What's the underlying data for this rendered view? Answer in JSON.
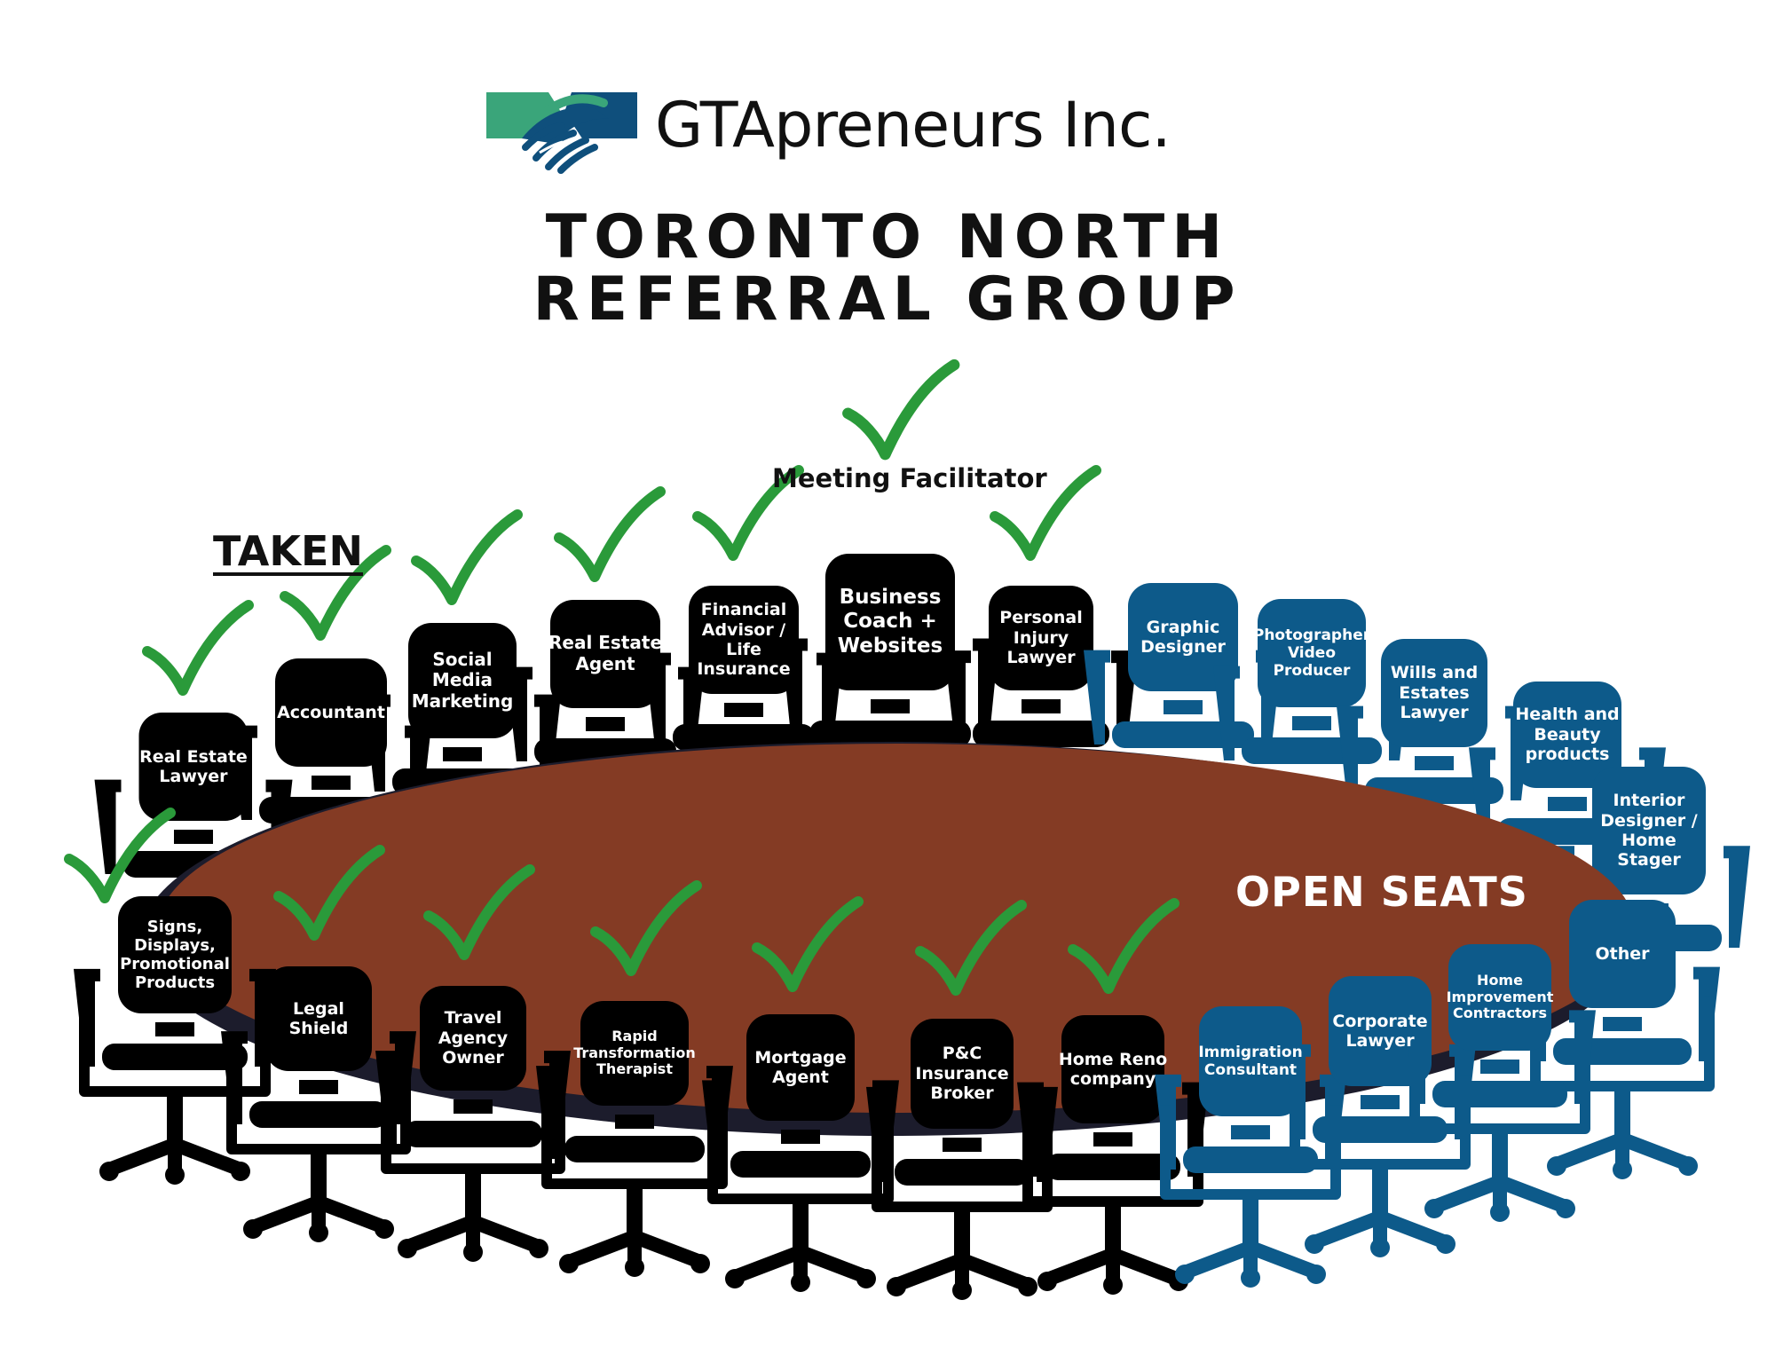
{
  "brand": {
    "name": "GTApreneurs Inc.",
    "logo_icon": "handshake-icon"
  },
  "title": {
    "line1": "TORONTO NORTH",
    "line2": "REFERRAL GROUP"
  },
  "legend": {
    "taken": "TAKEN",
    "open": "OPEN SEATS"
  },
  "facilitator": {
    "label": "Meeting Facilitator",
    "taken": true
  },
  "colors": {
    "taken_chair": "#000000",
    "open_chair": "#0d5a8a",
    "table": "#843b24",
    "table_edge": "#1c1c2c",
    "check": "#2a9a3a",
    "logo_green": "#3aa57a",
    "logo_blue": "#0f4f7c"
  },
  "seats": [
    {
      "label": "Real Estate\nLawyer",
      "status": "taken"
    },
    {
      "label": "Accountant",
      "status": "taken"
    },
    {
      "label": "Social\nMedia\nMarketing",
      "status": "taken"
    },
    {
      "label": "Real Estate\nAgent",
      "status": "taken"
    },
    {
      "label": "Financial\nAdvisor /\nLife\nInsurance",
      "status": "taken"
    },
    {
      "label": "Business\nCoach +\nWebsites",
      "status": "taken"
    },
    {
      "label": "Personal\nInjury\nLawyer",
      "status": "taken"
    },
    {
      "label": "Graphic\nDesigner",
      "status": "open"
    },
    {
      "label": "Photographer\nVideo\nProducer",
      "status": "open"
    },
    {
      "label": "Wills and\nEstates\nLawyer",
      "status": "open"
    },
    {
      "label": "Health and\nBeauty\nproducts",
      "status": "open"
    },
    {
      "label": "Interior\nDesigner /\nHome\nStager",
      "status": "open"
    },
    {
      "label": "Other",
      "status": "open"
    },
    {
      "label": "Signs,\nDisplays,\nPromotional\nProducts",
      "status": "taken"
    },
    {
      "label": "Legal\nShield",
      "status": "taken"
    },
    {
      "label": "Travel\nAgency\nOwner",
      "status": "taken"
    },
    {
      "label": "Rapid\nTransformation\nTherapist",
      "status": "taken"
    },
    {
      "label": "Mortgage\nAgent",
      "status": "taken"
    },
    {
      "label": "P&C\nInsurance\nBroker",
      "status": "taken"
    },
    {
      "label": "Home Reno\ncompany",
      "status": "taken"
    },
    {
      "label": "Immigration\nConsultant",
      "status": "open"
    },
    {
      "label": "Corporate\nLawyer",
      "status": "open"
    },
    {
      "label": "Home\nImprovement\nContractors",
      "status": "open"
    }
  ]
}
